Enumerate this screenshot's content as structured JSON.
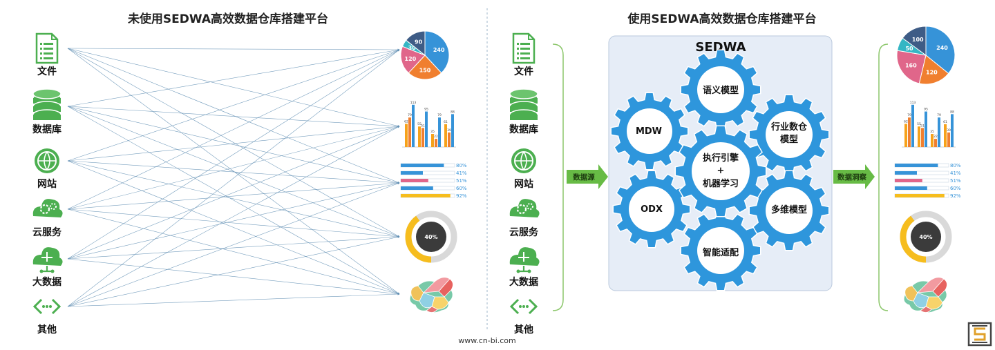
{
  "left_panel": {
    "title": "未使用SEDWA高效数据仓库搭建平台",
    "sources": [
      "文件",
      "数据库",
      "网站",
      "云服务",
      "大数据",
      "其他"
    ]
  },
  "right_panel": {
    "title": "使用SEDWA高效数据仓库搭建平台",
    "sources": [
      "文件",
      "数据库",
      "网站",
      "云服务",
      "大数据",
      "其他"
    ],
    "source_arrow_label": "数据源",
    "insight_arrow_label": "数据洞察",
    "platform_label": "SEDWA",
    "gears": {
      "semantic": "语义模型",
      "mdw": "MDW",
      "industry_l1": "行业数仓",
      "industry_l2": "模型",
      "center_l1": "执行引擎",
      "center_l2": "+",
      "center_l3": "机器学习",
      "odx": "ODX",
      "multi": "多维模型",
      "adapt": "智能适配"
    }
  },
  "watermark_url": "www.cn-bi.com",
  "colors": {
    "gear": "#2e96dc",
    "panel": "#e6edf7",
    "line": "#5e8db2",
    "arrow": "#67bb45",
    "icon": "#4caf50"
  },
  "outputs": {
    "pie_left": [
      240,
      150,
      120,
      30,
      90
    ],
    "pie_right": [
      240,
      120,
      160,
      50,
      100
    ],
    "pie_colors": [
      "#3693d8",
      "#f07f2f",
      "#e0668a",
      "#35b6c4",
      "#3e5c86"
    ],
    "bar_values": [
      [
        62,
        79,
        113
      ],
      [
        55,
        51,
        95
      ],
      [
        35,
        22,
        79
      ],
      [
        61,
        39,
        88
      ]
    ],
    "bar_colors": [
      "#f6a21b",
      "#f07f2f",
      "#3693d8"
    ],
    "progress": [
      {
        "percent": 80,
        "color": "#3693d8",
        "label": "80%"
      },
      {
        "percent": 41,
        "color": "#3693d8",
        "label": "41%"
      },
      {
        "percent": 51,
        "color": "#e0668a",
        "label": "51%"
      },
      {
        "percent": 60,
        "color": "#3693d8",
        "label": "60%"
      },
      {
        "percent": 92,
        "color": "#f6bd1e",
        "label": "92%"
      }
    ],
    "donut_percent": 40,
    "donut_label": "40%"
  }
}
